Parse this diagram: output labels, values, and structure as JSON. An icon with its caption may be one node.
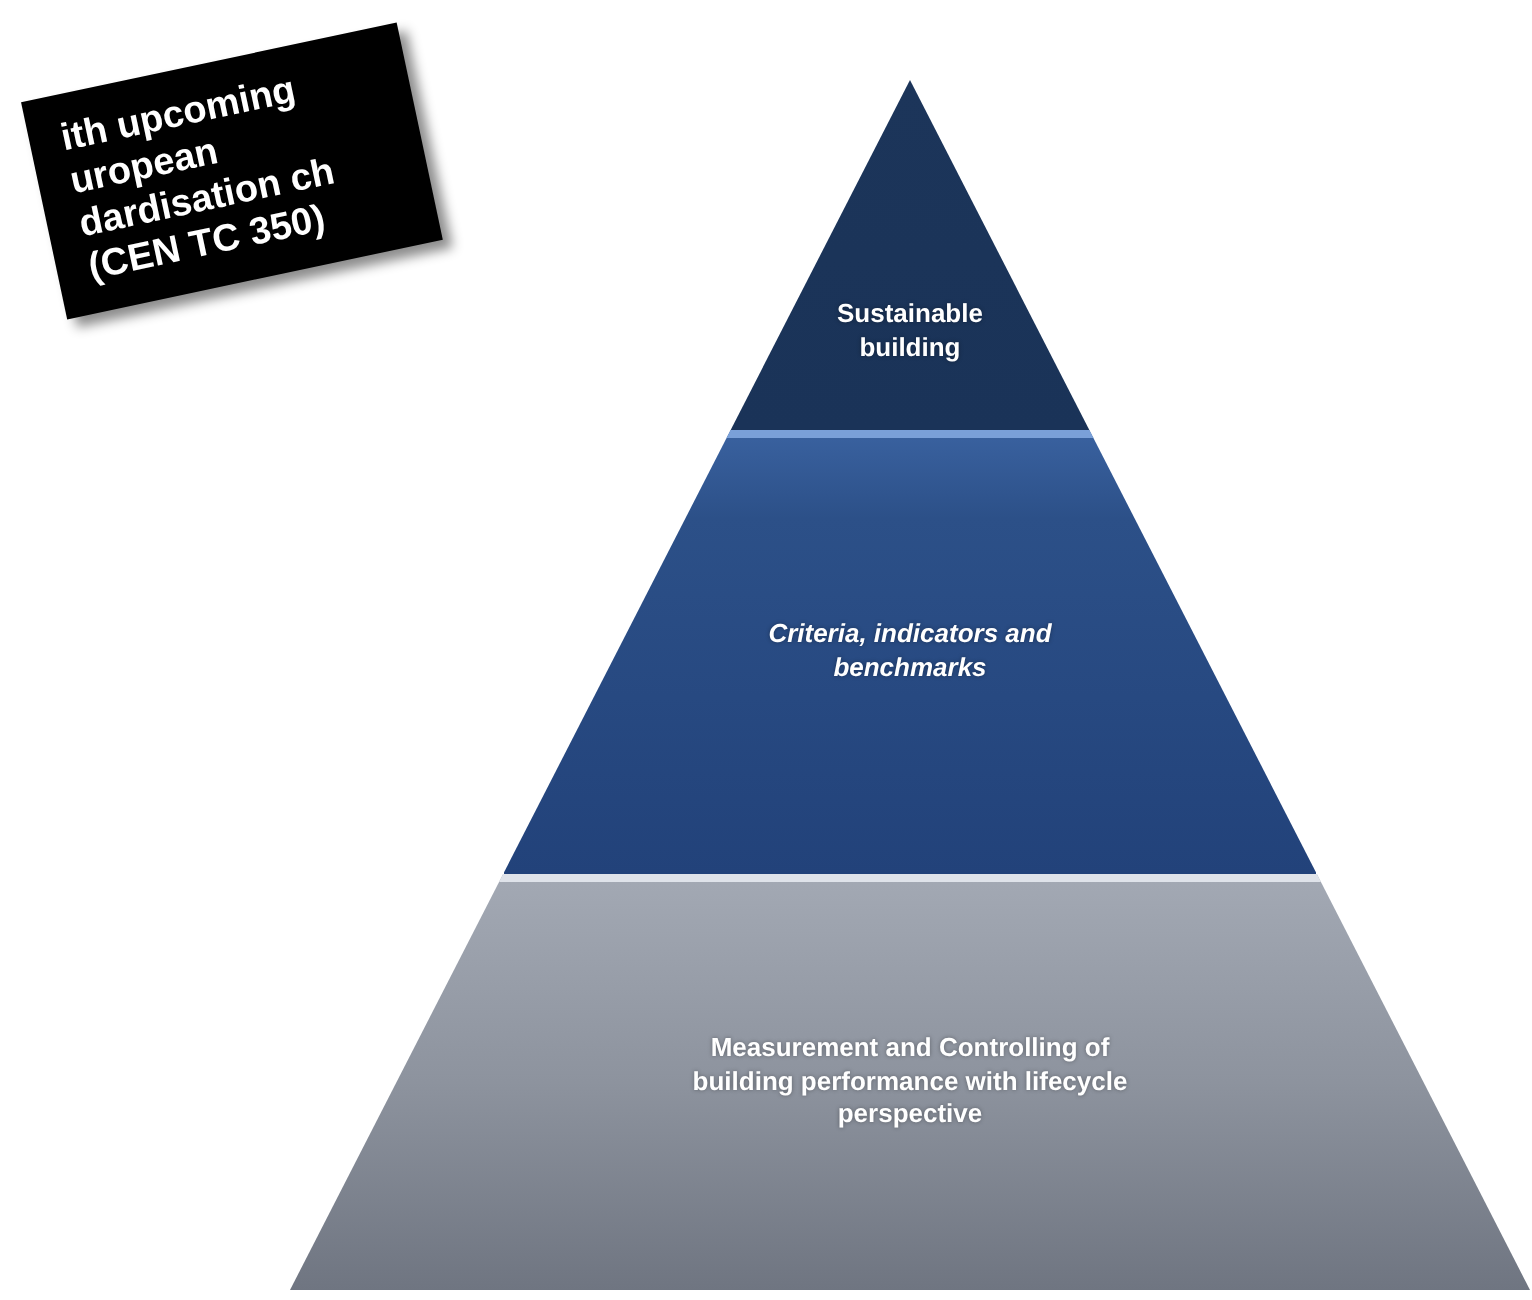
{
  "diagram": {
    "nodes": [
      {
        "text": [
          "ith upcoming uropean dardisation ch (CEN TC 350)"
        ]
      },
      {
        "text": [
          "Sustainable building"
        ]
      },
      {
        "text": [
          "Criteria, indicators and benchmarks"
        ]
      },
      {
        "text": [
          "Measurement and Controlling of building performance with lifecycle perspective"
        ]
      }
    ]
  }
}
